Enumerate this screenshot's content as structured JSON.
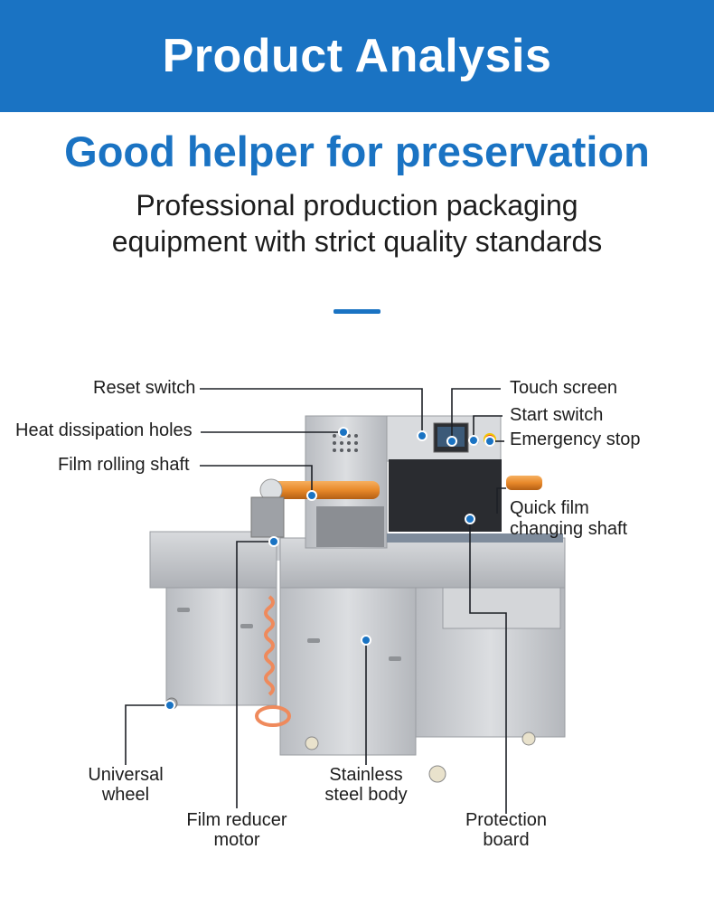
{
  "banner": {
    "title": "Product Analysis"
  },
  "headline": "Good helper for preservation",
  "subtitle": "Professional production packaging equipment with strict quality standards",
  "colors": {
    "brand_blue": "#1a73c3",
    "steel": "#c9ccd0",
    "orange": "#e8892a"
  },
  "callouts": {
    "reset_switch": "Reset switch",
    "heat_holes": "Heat dissipation holes",
    "film_rolling_shaft": "Film rolling shaft",
    "touch_screen": "Touch screen",
    "start_switch": "Start switch",
    "emergency_stop": "Emergency stop",
    "quick_film_1": "Quick film",
    "quick_film_2": "changing shaft",
    "universal_1": "Universal",
    "universal_2": "wheel",
    "film_reducer_1": "Film reducer",
    "film_reducer_2": "motor",
    "stainless_1": "Stainless",
    "stainless_2": "steel body",
    "protection_1": "Protection",
    "protection_2": "board"
  }
}
